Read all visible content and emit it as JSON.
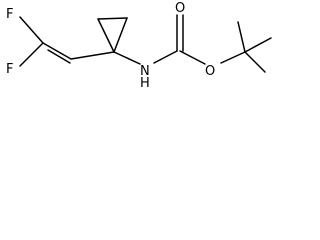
{
  "molecule": {
    "atoms": {
      "f_top": "F",
      "f_bottom": "F",
      "n": "N",
      "h": "H",
      "o_carbonyl": "O",
      "o_ether": "O"
    }
  },
  "colors": {
    "bond": "#000000",
    "label": "#000000",
    "background": "#ffffff"
  }
}
